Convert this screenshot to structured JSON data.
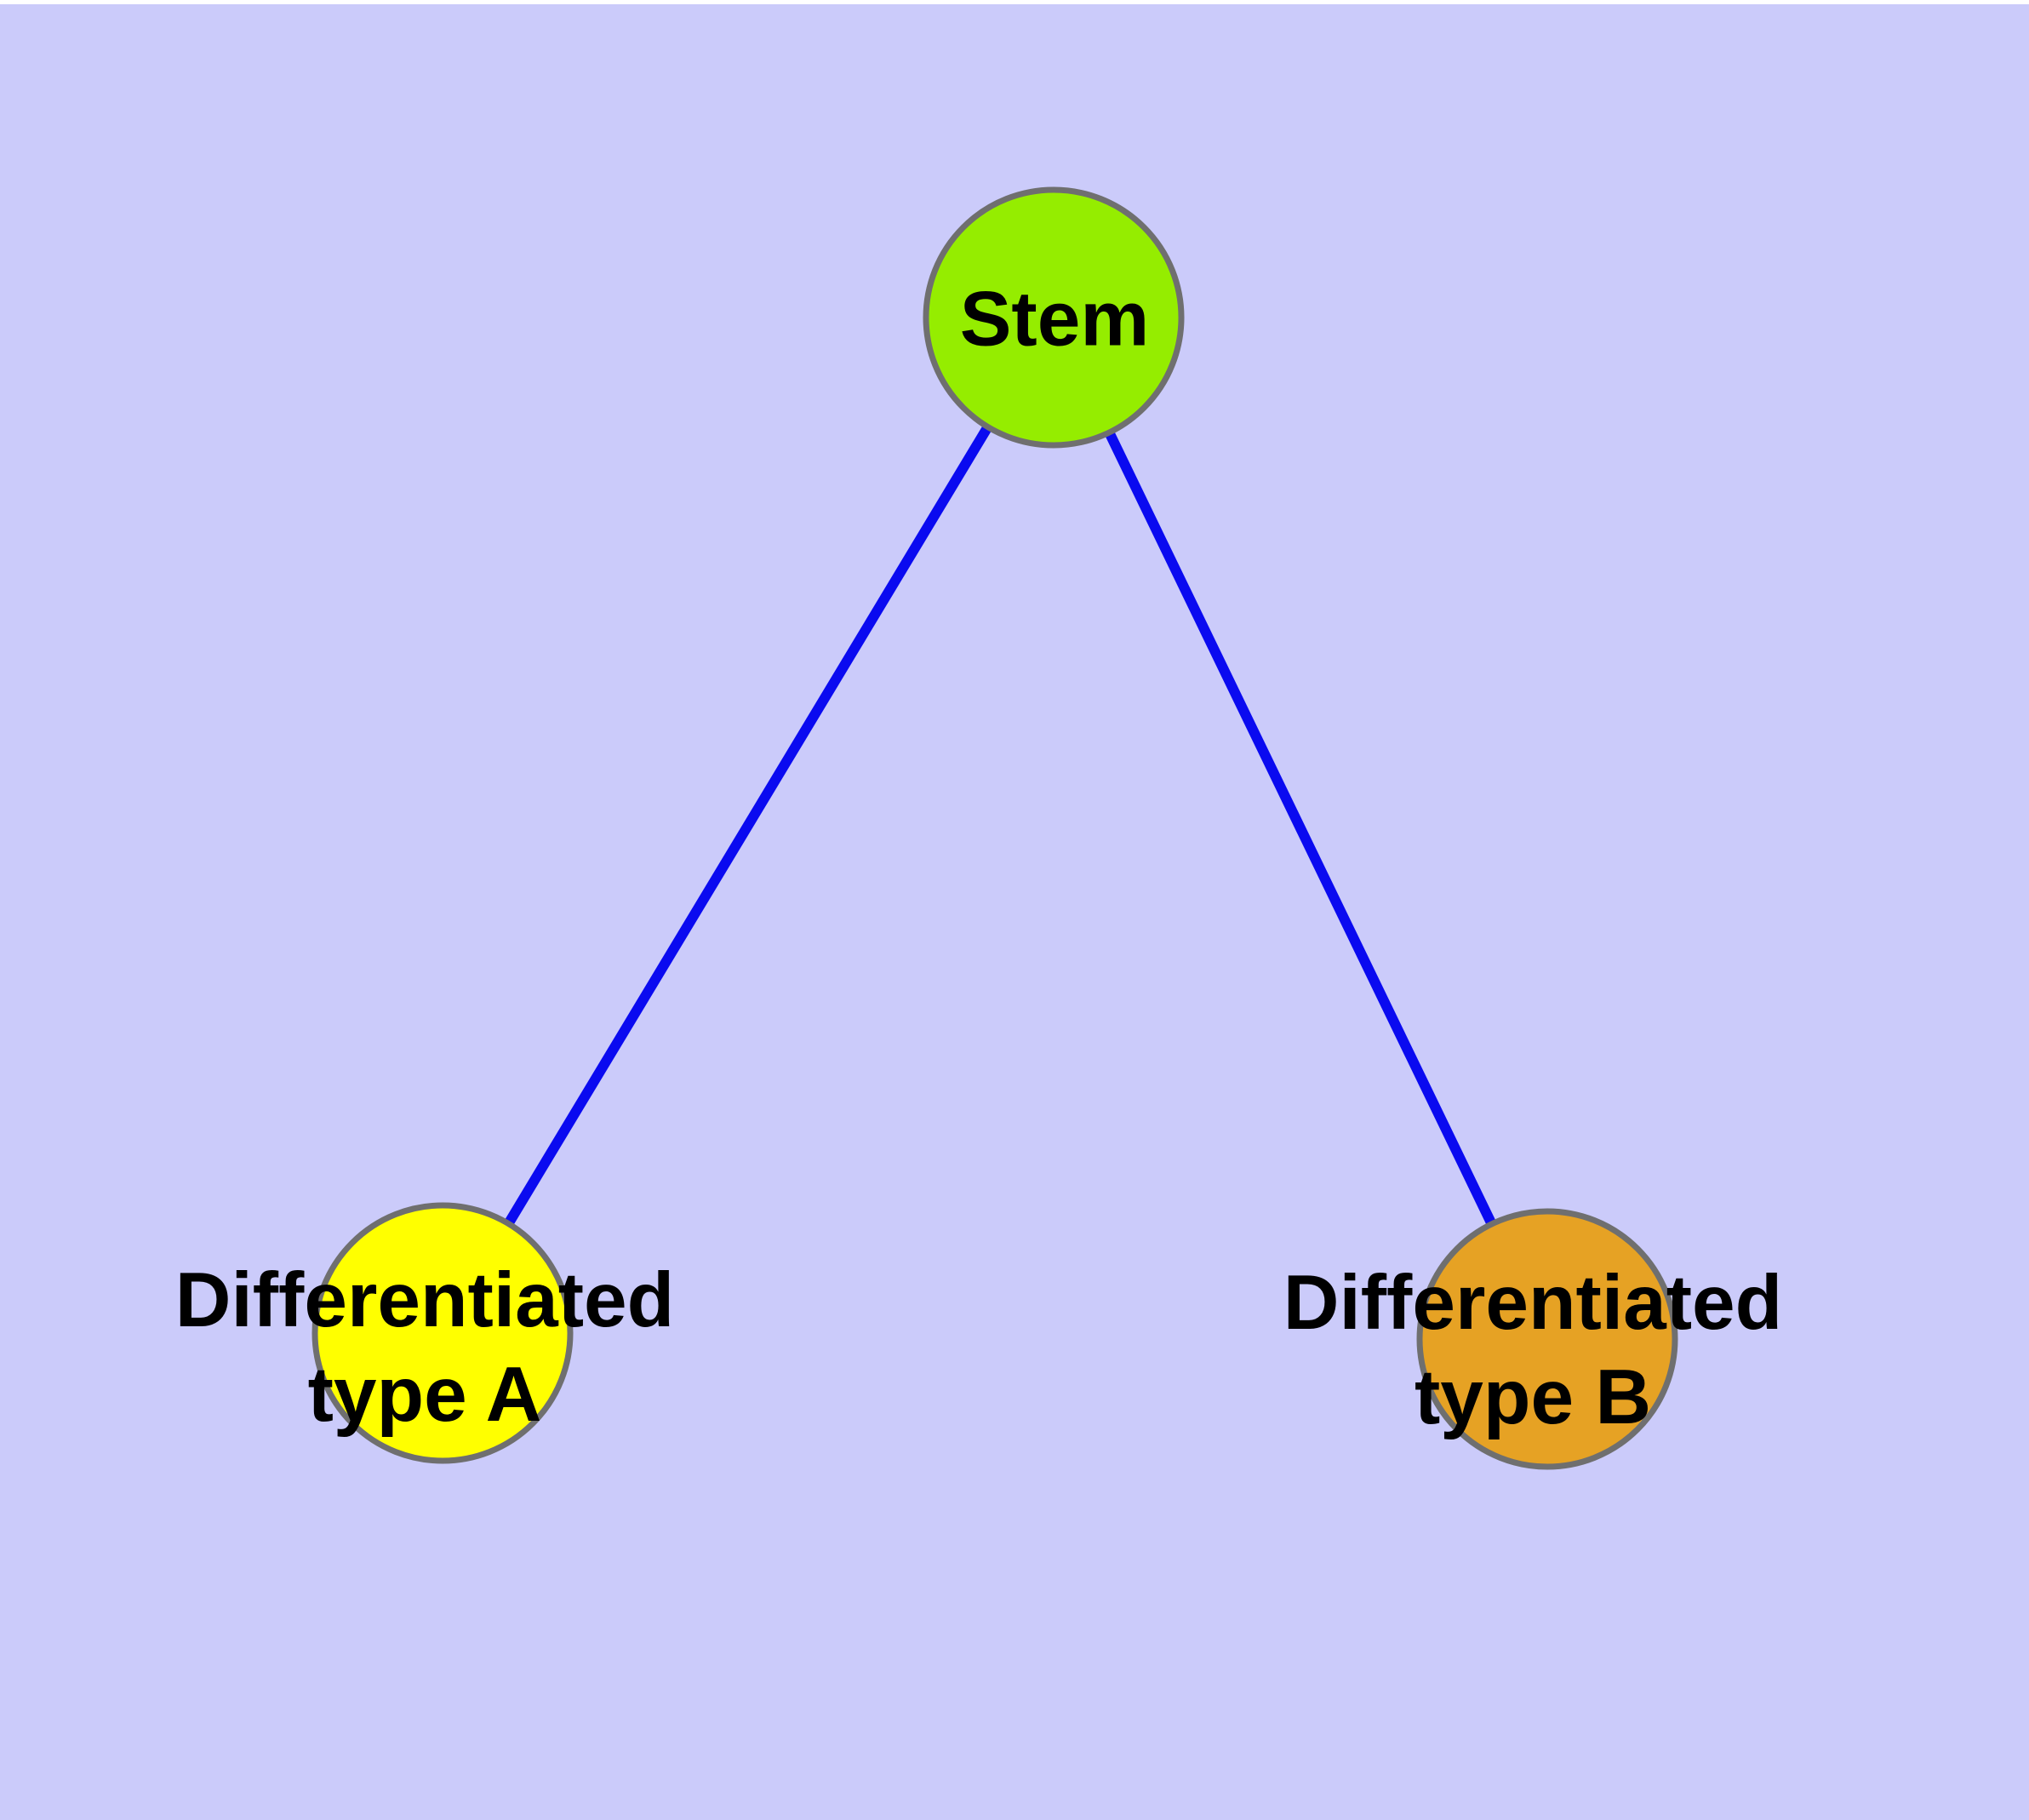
{
  "diagram": {
    "title": "",
    "background_color": "#CBCBFA",
    "top_strip_color": "#FFFFFF",
    "edge_color": "#0A0AF0",
    "node_border_color": "#6F6F6F",
    "label_text_color": "#000000",
    "nodes": {
      "stem": {
        "label": "Stem",
        "fill": "#95ED00"
      },
      "type_a": {
        "label": "Differentiated\ntype A",
        "fill": "#FFFF00"
      },
      "type_b": {
        "label": "Differentiated\ntype B",
        "fill": "#E6A224"
      }
    },
    "edges": [
      {
        "from": "stem",
        "to": "type_a"
      },
      {
        "from": "stem",
        "to": "type_b"
      }
    ]
  }
}
